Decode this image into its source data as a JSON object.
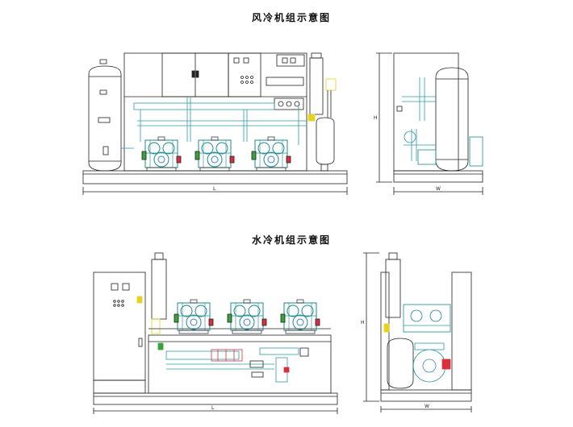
{
  "titles": {
    "air_cooled": "风冷机组示意图",
    "water_cooled": "水冷机组示意图"
  },
  "dimensions": {
    "length": "L",
    "width": "W",
    "height": "H"
  },
  "colors": {
    "line": "#222222",
    "pipe": "#2b9aa8",
    "compressor": "#1c8a8f",
    "accent_red": "#d8303a",
    "accent_yellow": "#e7d21e",
    "accent_blue": "#3d7fd8",
    "accent_green": "#3aa23a"
  }
}
